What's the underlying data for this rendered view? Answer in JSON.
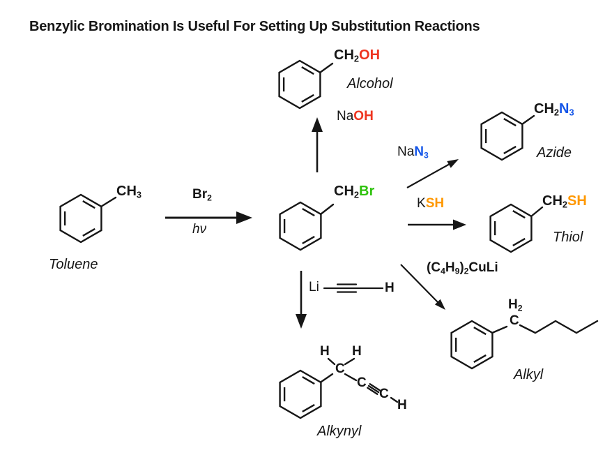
{
  "title": "Benzylic Bromination Is Useful For Setting Up Substitution Reactions",
  "colors": {
    "ink": "#161616",
    "red": "#ee3520",
    "green": "#2fc20d",
    "blue": "#1355e8",
    "orange": "#ff9800"
  },
  "labels": {
    "toluene": "Toluene",
    "alcohol": "Alcohol",
    "azide": "Azide",
    "thiol": "Thiol",
    "alkyl": "Alkyl",
    "alkynyl": "Alkynyl"
  },
  "formulas": {
    "toluene": [
      {
        "t": "CH"
      },
      {
        "t": "3",
        "sub": true
      }
    ],
    "benzyl_bromide": [
      {
        "t": "CH"
      },
      {
        "t": "2",
        "sub": true
      },
      {
        "t": "Br",
        "color": "green"
      }
    ],
    "alcohol": [
      {
        "t": "CH"
      },
      {
        "t": "2",
        "sub": true
      },
      {
        "t": "OH",
        "color": "red"
      }
    ],
    "azide": [
      {
        "t": "CH"
      },
      {
        "t": "2",
        "sub": true
      },
      {
        "t": "N",
        "color": "blue"
      },
      {
        "t": "3",
        "sub": true,
        "color": "blue"
      }
    ],
    "thiol": [
      {
        "t": "CH"
      },
      {
        "t": "2",
        "sub": true
      },
      {
        "t": "SH",
        "color": "orange"
      }
    ]
  },
  "reagents": {
    "br2": [
      {
        "t": "Br",
        "bold": true
      },
      {
        "t": "2",
        "sub": true,
        "bold": true
      }
    ],
    "hv": "hν",
    "naoh": [
      {
        "t": "Na"
      },
      {
        "t": "OH",
        "color": "red",
        "bold": true
      }
    ],
    "nan3": [
      {
        "t": "Na"
      },
      {
        "t": "N",
        "color": "blue",
        "bold": true
      },
      {
        "t": "3",
        "sub": true,
        "color": "blue",
        "bold": true
      }
    ],
    "ksh": [
      {
        "t": "K"
      },
      {
        "t": "SH",
        "color": "orange",
        "bold": true
      }
    ],
    "cuprate": [
      {
        "t": "(C",
        "bold": true
      },
      {
        "t": "4",
        "sub": true,
        "bold": true
      },
      {
        "t": "H",
        "bold": true
      },
      {
        "t": "9",
        "sub": true,
        "bold": true
      },
      {
        "t": ")",
        "bold": true
      },
      {
        "t": "2",
        "sub": true,
        "bold": true
      },
      {
        "t": "CuLi",
        "bold": true
      }
    ],
    "acetylide_li": "Li",
    "acetylide_h": "H"
  },
  "atoms": {
    "alkyl_h2": [
      {
        "t": "H",
        "bold": true
      },
      {
        "t": "2",
        "sub": true,
        "bold": true
      }
    ],
    "alkyl_c": "C",
    "alkynyl_h1": "H",
    "alkynyl_h2": "H",
    "alkynyl_c1": "C",
    "alkynyl_c2": "C",
    "alkynyl_c3": "C",
    "alkynyl_h3": "H"
  }
}
